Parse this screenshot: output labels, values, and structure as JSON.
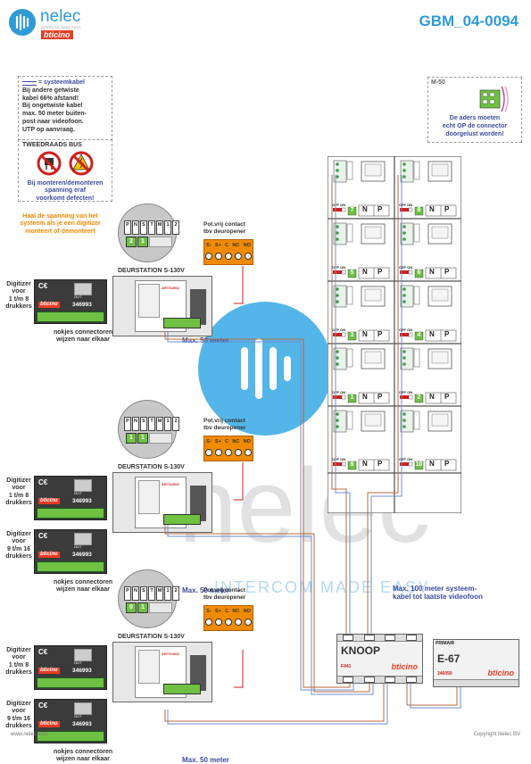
{
  "header": {
    "logo_nelec": "nelec",
    "logo_sub": "INTERCOM MADE EASY",
    "logo_bticino": "bticino",
    "doc_code": "GBM_04-0094"
  },
  "notes": {
    "cable_title": "= systeemkabel",
    "cable_text": [
      "Bij andere getwiste",
      "kabel 66% afstand!",
      "Bij ongetwiste kabel",
      "max. 50 meter buiten-",
      "post naar videofoon.",
      "UTP op aanvraag."
    ],
    "bus_title": "TWEEDRAADS BUS",
    "bus_text": [
      "Bij monteren/demonteren",
      "spanning eraf",
      "voorkomt defecten!"
    ],
    "m50_title": "M-50",
    "m50_text": [
      "De aders moeten",
      "echt OP de connector",
      "doorgelust worden!"
    ],
    "power_note": [
      "Haal de spanning van het",
      "systeem als je een digitizer",
      "monteert of demonteert"
    ]
  },
  "terminal_labels": [
    "P",
    "N",
    "S",
    "T",
    "M",
    "1",
    "2"
  ],
  "contact": {
    "title": [
      "Pot.vrij contact",
      "tbv deuropener"
    ],
    "pins": [
      "S-",
      "S+",
      "C",
      "NC",
      "NO"
    ]
  },
  "stations": [
    {
      "title": "DEURSTATION S-130V",
      "dip": [
        "2",
        "1"
      ],
      "digitizers": [
        {
          "label": [
            "Digitizer",
            "voor",
            "1 t/m 8",
            "drukkers"
          ],
          "code": "346993"
        }
      ],
      "nokjes": [
        "nokjes connectoren",
        "wijzen naar elkaar"
      ],
      "max": "Max. 50 meter"
    },
    {
      "title": "DEURSTATION S-130V",
      "dip": [
        "1",
        "1"
      ],
      "digitizers": [
        {
          "label": [
            "Digitizer",
            "voor",
            "1 t/m 8",
            "drukkers"
          ],
          "code": "346993"
        },
        {
          "label": [
            "Digitizer",
            "voor",
            "9 t/m 16",
            "drukkers"
          ],
          "code": "346993"
        }
      ],
      "nokjes": [
        "nokjes connectoren",
        "wijzen naar elkaar"
      ],
      "max": "Max. 50 meter"
    },
    {
      "title": "DEURSTATION S-130V",
      "dip": [
        "0",
        "1"
      ],
      "digitizers": [
        {
          "label": [
            "Digitizer",
            "voor",
            "1 t/m 8",
            "drukkers"
          ],
          "code": "346993"
        },
        {
          "label": [
            "Digitizer",
            "voor",
            "9 t/m 16",
            "drukkers"
          ],
          "code": "346993"
        }
      ],
      "nokjes": [
        "nokjes connectoren",
        "wijzen naar elkaar"
      ],
      "max": "Max. 50 meter"
    }
  ],
  "monitors": {
    "numbers": [
      "7",
      "8",
      "5",
      "6",
      "3",
      "4",
      "1",
      "2",
      "9",
      "10"
    ],
    "np": [
      "N",
      "P"
    ],
    "offon": "OFF ON"
  },
  "knoop": {
    "title": "KNOOP",
    "code": "F441",
    "brand": "bticino"
  },
  "e67": {
    "title": "E-67",
    "top": "PRIMAIR",
    "code": "346050",
    "brand": "bticino"
  },
  "max100": [
    "Max. 100 meter systeem-",
    "kabel tot laatste videofoon"
  ],
  "watermark": {
    "big": "nelec",
    "small": "INTERCOM MADE EASY"
  },
  "footer": {
    "left": "www.nelec.com",
    "right": "Copyright Nelec BV"
  }
}
